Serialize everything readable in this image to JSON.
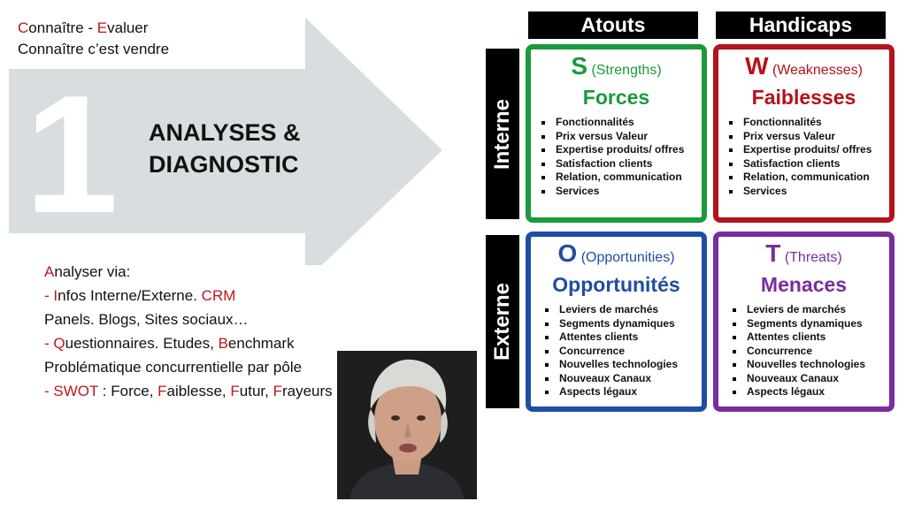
{
  "tagline": {
    "line1_first": "C",
    "line1_a": "onnaître - ",
    "line1_e": "E",
    "line1_b": "valuer",
    "line2": "Connaître c’est vendre"
  },
  "arrow": {
    "number": "1",
    "title_line1": "ANALYSES &",
    "title_line2": "DIAGNOSTIC"
  },
  "analysis": {
    "l1_red": "A",
    "l1_rest": "nalyser via:",
    "l2_pre": "- ",
    "l2_red": "I",
    "l2_mid": "nfos Interne/Externe. ",
    "l2_crm": "CRM",
    "l3": "Panels. Blogs, Sites sociaux…",
    "l4_pre": "- ",
    "l4_q": "Q",
    "l4_mid": "uestionnaires. Etudes,  ",
    "l4_b": "B",
    "l4_rest": "enchmark",
    "l5": "Problématique concurrentielle par pôle",
    "l6_swot": "- SWOT",
    "l6_a": " : Force, ",
    "l6_f2": "F",
    "l6_b": "aiblesse, ",
    "l6_f3": "F",
    "l6_c": "utur, ",
    "l6_f4": "F",
    "l6_d": "rayeurs"
  },
  "columns": {
    "atouts": "Atouts",
    "handicaps": "Handicaps"
  },
  "rows": {
    "interne": "Interne",
    "externe": "Externe"
  },
  "swot": {
    "s": {
      "letter": "S",
      "english": "(Strengths)",
      "title": "Forces",
      "items": [
        "Fonctionnalités",
        "Prix versus Valeur",
        "Expertise produits/ offres",
        "Satisfaction clients",
        "Relation, communication",
        "Services"
      ],
      "color": "#1b9a3c"
    },
    "w": {
      "letter": "W",
      "english": "(Weaknesses)",
      "title": "Faiblesses",
      "items": [
        "Fonctionnalités",
        "Prix versus Valeur",
        "Expertise produits/ offres",
        "Satisfaction clients",
        "Relation, communication",
        "Services"
      ],
      "color": "#b5121b"
    },
    "o": {
      "letter": "O",
      "english": "(Opportunities)",
      "title": "Opportunités",
      "items": [
        "Leviers de marchés",
        "Segments dynamiques",
        "Attentes clients",
        "Concurrence",
        "Nouvelles technologies",
        "Nouveaux Canaux",
        "Aspects légaux"
      ],
      "color": "#1f4ea3"
    },
    "t": {
      "letter": "T",
      "english": "(Threats)",
      "title": "Menaces",
      "items": [
        "Leviers de marchés",
        "Segments dynamiques",
        "Attentes clients",
        "Concurrence",
        "Nouvelles technologies",
        "Nouveaux Canaux",
        "Aspects légaux"
      ],
      "color": "#7a2d9e"
    }
  }
}
